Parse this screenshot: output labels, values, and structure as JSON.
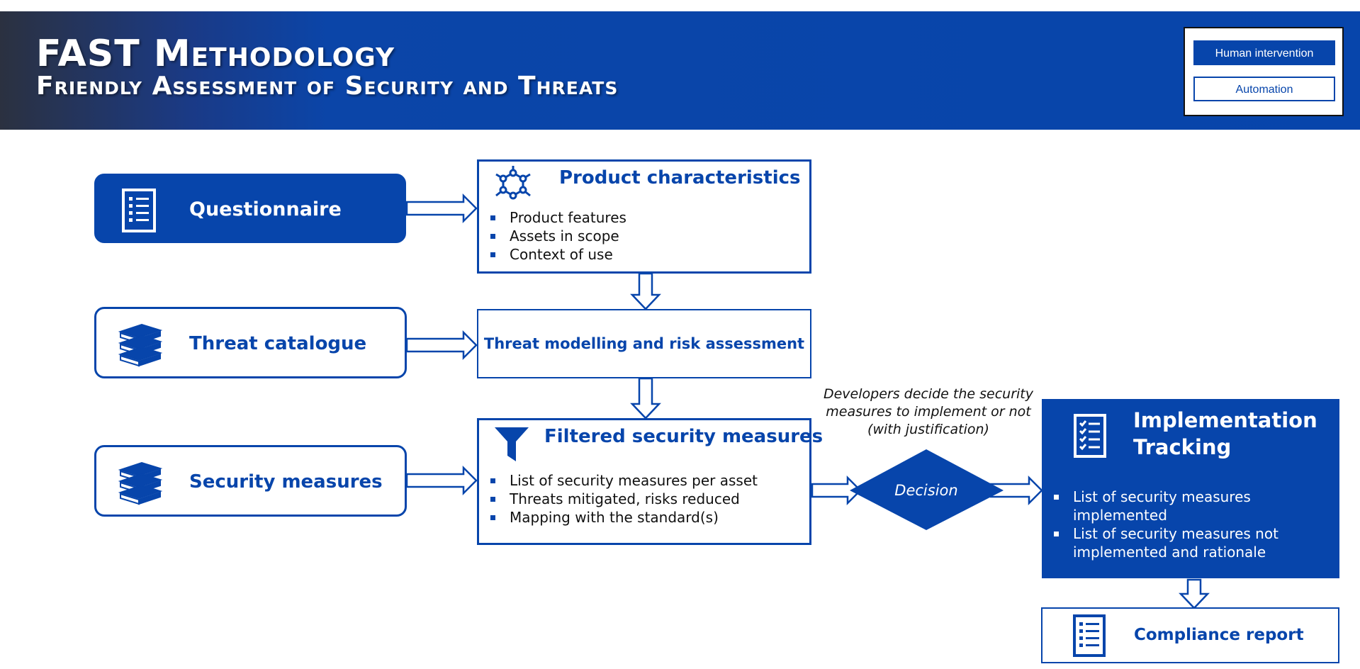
{
  "header": {
    "title": "FAST Methodology",
    "subtitle": "Friendly Assessment of Security and Threats"
  },
  "legend": {
    "human": "Human intervention",
    "automation": "Automation"
  },
  "inputs": {
    "questionnaire": "Questionnaire",
    "threat_catalogue": "Threat catalogue",
    "security_measures": "Security measures"
  },
  "product": {
    "title": "Product characteristics",
    "items": [
      "Product features",
      "Assets in scope",
      "Context of use"
    ]
  },
  "threat_modelling": {
    "title": "Threat modelling and risk assessment"
  },
  "filtered": {
    "title": "Filtered security measures",
    "items": [
      "List of security measures per asset",
      "Threats mitigated, risks reduced",
      "Mapping with the standard(s)"
    ]
  },
  "decision": {
    "note_lines": [
      "Developers decide the security",
      "measures to implement or not",
      "(with justification)"
    ],
    "label": "Decision"
  },
  "tracking": {
    "title_lines": [
      "Implementation",
      "Tracking"
    ],
    "items": [
      [
        "List of security measures",
        "implemented"
      ],
      [
        "List of security measures not",
        "implemented and rationale"
      ]
    ]
  },
  "compliance": {
    "title": "Compliance report"
  },
  "colors": {
    "brand": "#0745ab",
    "header_dark": "#2b3140"
  }
}
